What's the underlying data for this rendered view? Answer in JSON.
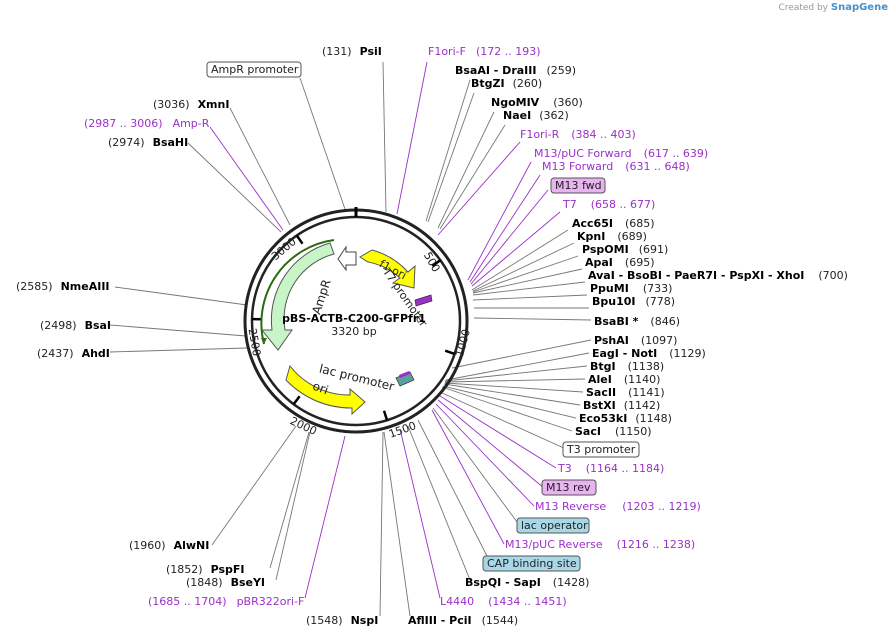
{
  "credit": {
    "prefix": "Created by",
    "brand": "SnapGene"
  },
  "plasmid": {
    "name": "pBS-ACTB-C200-GFPfr1",
    "size": "3320 bp"
  },
  "ticks": {
    "t500": "500",
    "t1000": "1000",
    "t1500": "1500",
    "t2000": "2000",
    "t2500": "2500",
    "t3000": "3000"
  },
  "ring_labels": {
    "f1_ori": "f1 ori",
    "t7_promoter": "T7 promoter",
    "ampr": "AmpR",
    "lac_promoter": "lac promoter",
    "ori": "ori"
  },
  "labels": [
    {
      "id": "psi",
      "pos": "(131)",
      "name": "PsiI"
    },
    {
      "id": "f1orif",
      "pos": "(172 .. 193)",
      "name": "F1ori-F"
    },
    {
      "id": "bsaai",
      "pos": "(259)",
      "name": "BsaAI  - DraIII"
    },
    {
      "id": "btgzi",
      "pos": "(260)",
      "name": "BtgZI"
    },
    {
      "id": "ngomiv",
      "pos": "(360)",
      "name": "NgoMIV"
    },
    {
      "id": "naei",
      "pos": "(362)",
      "name": "NaeI"
    },
    {
      "id": "f1orir",
      "pos": "(384 .. 403)",
      "name": "F1ori-R"
    },
    {
      "id": "m13puc",
      "pos": "(617 .. 639)",
      "name": "M13/pUC Forward"
    },
    {
      "id": "m13fwdp",
      "pos": "(631 .. 648)",
      "name": "M13 Forward"
    },
    {
      "id": "m13fwd",
      "name": "M13 fwd"
    },
    {
      "id": "t7",
      "pos": "(658 .. 677)",
      "name": "T7"
    },
    {
      "id": "acc65i",
      "pos": "(685)",
      "name": "Acc65I"
    },
    {
      "id": "kpni",
      "pos": "(689)",
      "name": "KpnI"
    },
    {
      "id": "pspomi",
      "pos": "(691)",
      "name": "PspOMI"
    },
    {
      "id": "apai",
      "pos": "(695)",
      "name": "ApaI"
    },
    {
      "id": "avai",
      "pos": "(700)",
      "name": "AvaI  - BsoBI  - PaeR7I  - PspXI  - XhoI"
    },
    {
      "id": "ppumi",
      "pos": "(733)",
      "name": "PpuMI"
    },
    {
      "id": "bpu10i",
      "pos": "(778)",
      "name": "Bpu10I"
    },
    {
      "id": "bsabi",
      "pos": "(846)",
      "name": "BsaBI *"
    },
    {
      "id": "pshai",
      "pos": "(1097)",
      "name": "PshAI"
    },
    {
      "id": "eagi",
      "pos": "(1129)",
      "name": "EagI  - NotI"
    },
    {
      "id": "btgi",
      "pos": "(1138)",
      "name": "BtgI"
    },
    {
      "id": "alei",
      "pos": "(1140)",
      "name": "AleI"
    },
    {
      "id": "sacii",
      "pos": "(1141)",
      "name": "SacII"
    },
    {
      "id": "bstxi",
      "pos": "(1142)",
      "name": "BstXI"
    },
    {
      "id": "eco53ki",
      "pos": "(1148)",
      "name": "Eco53kI"
    },
    {
      "id": "saci",
      "pos": "(1150)",
      "name": "SacI"
    },
    {
      "id": "t3prom",
      "name": "T3 promoter"
    },
    {
      "id": "t3",
      "pos": "(1164 .. 1184)",
      "name": "T3"
    },
    {
      "id": "m13rev",
      "name": "M13 rev"
    },
    {
      "id": "m13reverse",
      "pos": "(1203 .. 1219)",
      "name": "M13 Reverse"
    },
    {
      "id": "lacop",
      "name": "lac operator"
    },
    {
      "id": "m13pucrev",
      "pos": "(1216 .. 1238)",
      "name": "M13/pUC Reverse"
    },
    {
      "id": "cap",
      "name": "CAP binding site"
    },
    {
      "id": "bspqi",
      "pos": "(1428)",
      "name": "BspQI  - SapI"
    },
    {
      "id": "l4440",
      "pos": "(1434 .. 1451)",
      "name": "L4440"
    },
    {
      "id": "aflIII",
      "pos": "(1544)",
      "name": "AflIII  - PciI"
    },
    {
      "id": "nspi",
      "pos": "(1548)",
      "name": "NspI"
    },
    {
      "id": "pbr322",
      "pos": "(1685 .. 1704)",
      "name": "pBR322ori-F"
    },
    {
      "id": "bseyi",
      "pos": "(1848)",
      "name": "BseYI"
    },
    {
      "id": "pspfi",
      "pos": "(1852)",
      "name": "PspFI"
    },
    {
      "id": "alwni",
      "pos": "(1960)",
      "name": "AlwNI"
    },
    {
      "id": "ahdi",
      "pos": "(2437)",
      "name": "AhdI"
    },
    {
      "id": "bsai",
      "pos": "(2498)",
      "name": "BsaI"
    },
    {
      "id": "nmeaiii",
      "pos": "(2585)",
      "name": "NmeAIII"
    },
    {
      "id": "bsahi",
      "pos": "(2974)",
      "name": "BsaHI"
    },
    {
      "id": "ampr",
      "pos": "(2987 .. 3006)",
      "name": "Amp-R"
    },
    {
      "id": "xmni",
      "pos": "(3036)",
      "name": "XmnI"
    },
    {
      "id": "amprprom",
      "name": "AmpR promoter"
    }
  ]
}
